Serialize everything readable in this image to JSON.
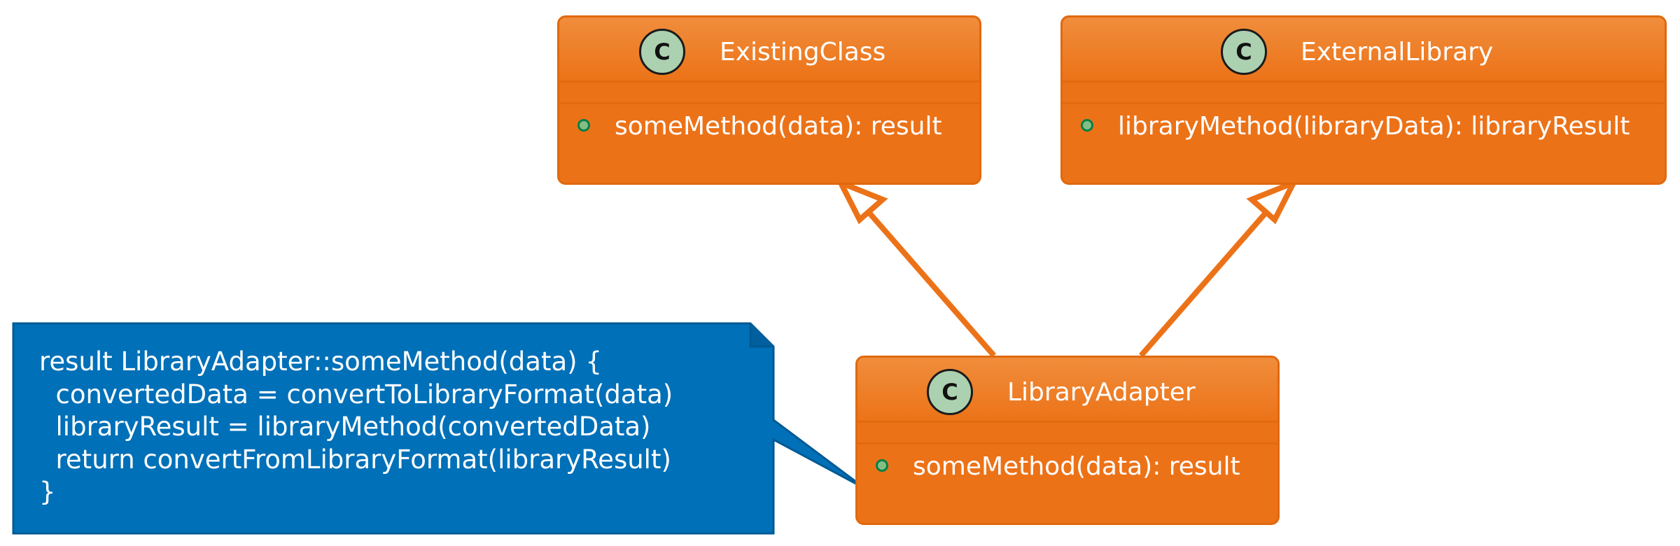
{
  "classes": {
    "existing": {
      "icon_letter": "C",
      "name": "ExistingClass",
      "method": "someMethod(data): result"
    },
    "external": {
      "icon_letter": "C",
      "name": "ExternalLibrary",
      "method": "libraryMethod(libraryData): libraryResult"
    },
    "adapter": {
      "icon_letter": "C",
      "name": "LibraryAdapter",
      "method": "someMethod(data): result"
    }
  },
  "note": {
    "lines": [
      "result LibraryAdapter::someMethod(data) {",
      "  convertedData = convertToLibraryFormat(data)",
      "  libraryResult = libraryMethod(convertedData)",
      "  return convertFromLibraryFormat(libraryResult)",
      "}"
    ]
  },
  "colors": {
    "class_fill": "#ec7218",
    "class_border": "#e0690f",
    "class_icon_fill": "#acd1b0",
    "method_dot": "#84be84",
    "note_fill": "#0070b8",
    "note_border": "#005a94",
    "arrow": "#ec7218"
  },
  "icons": {
    "class_icon": "class-c-icon",
    "method_visibility": "public-method-icon"
  }
}
